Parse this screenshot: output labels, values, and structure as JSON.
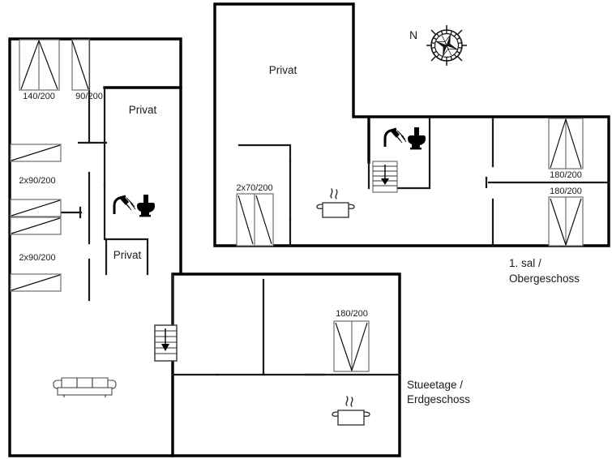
{
  "plan": {
    "title": "Holiday house floor plan",
    "floors": [
      {
        "id": "upper",
        "label_line1": "1. sal /",
        "label_line2": "Obergeschoss"
      },
      {
        "id": "lower",
        "label_line1": "Stueetage /",
        "label_line2": "Erdgeschoss"
      }
    ],
    "compass": {
      "north_label": "N",
      "icon": "compass-rose-icon"
    },
    "rooms": [
      {
        "id": "privat-upper-left",
        "label": "Privat"
      },
      {
        "id": "privat-wc-left",
        "label": "Privat"
      },
      {
        "id": "privat-top-center",
        "label": "Privat"
      }
    ],
    "beds": [
      {
        "id": "bed-140-200",
        "label": "140/200",
        "type": "double"
      },
      {
        "id": "bed-90-200",
        "label": "90/200",
        "type": "single"
      },
      {
        "id": "bed-2x90-200-a",
        "label": "2x90/200",
        "type": "twin"
      },
      {
        "id": "bed-2x90-200-b",
        "label": "2x90/200",
        "type": "twin"
      },
      {
        "id": "bed-2x70-200",
        "label": "2x70/200",
        "type": "twin"
      },
      {
        "id": "bed-180-200-a",
        "label": "180/200",
        "type": "double"
      },
      {
        "id": "bed-180-200-b",
        "label": "180/200",
        "type": "double"
      },
      {
        "id": "bed-180-200-c",
        "label": "180/200",
        "type": "double"
      }
    ],
    "fixtures": [
      {
        "id": "bathroom-upper",
        "icon": "shower-toilet-icon"
      },
      {
        "id": "bathroom-left",
        "icon": "shower-toilet-icon"
      },
      {
        "id": "stairs-upper",
        "icon": "staircase-down-icon"
      },
      {
        "id": "stairs-lower",
        "icon": "staircase-down-icon"
      },
      {
        "id": "kitchen-upper",
        "icon": "cooking-pot-icon"
      },
      {
        "id": "kitchen-lower",
        "icon": "cooking-pot-icon"
      },
      {
        "id": "living-sofa",
        "icon": "sofa-icon"
      }
    ],
    "colors": {
      "wall": "#000000",
      "furniture": "#4a4a4a",
      "text": "#1a1a1a",
      "background": "#ffffff"
    }
  }
}
